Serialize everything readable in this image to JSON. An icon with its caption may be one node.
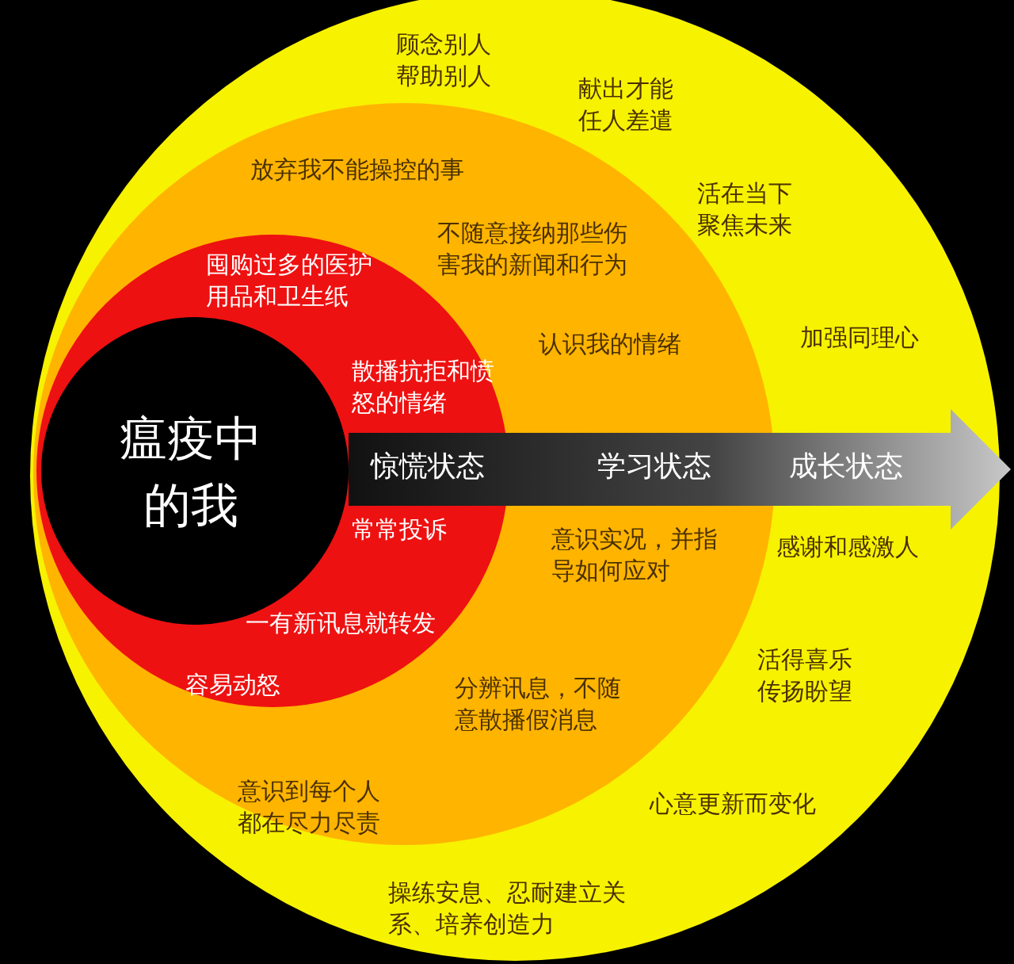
{
  "diagram": {
    "nodes": [
      {
        "text": [],
        "shape": "circle"
      },
      {
        "text": [],
        "shape": "circle",
        "in": 0
      },
      {
        "text": [],
        "shape": "circle",
        "in": 1
      },
      {
        "text": [
          "瘟疫中的我"
        ],
        "in": 2
      }
    ],
    "labels": [
      "顾念别人帮助别人",
      "献出才能任人差遣",
      "放弃我不能操控的事",
      "活在当下聚焦未来",
      "不随意接纳那些伤害我的新闻和行为",
      "囤购过多的医护用品和卫生纸",
      "加强同理心",
      "认识我的情绪",
      "散播抗拒和愤怒的情绪",
      "惊慌状态",
      "学习状态",
      "成长状态",
      "常常投诉",
      "意识实况，并指导如何应对",
      "感谢和感激人",
      "一有新讯息就转发",
      "活得喜乐传扬盼望",
      "容易动怒",
      "分辨讯息，不随意散播假消息",
      "意识到每个人都在尽力尽责",
      "心意更新而变化",
      "操练安息、忍耐建立关系、培养创造力"
    ]
  }
}
